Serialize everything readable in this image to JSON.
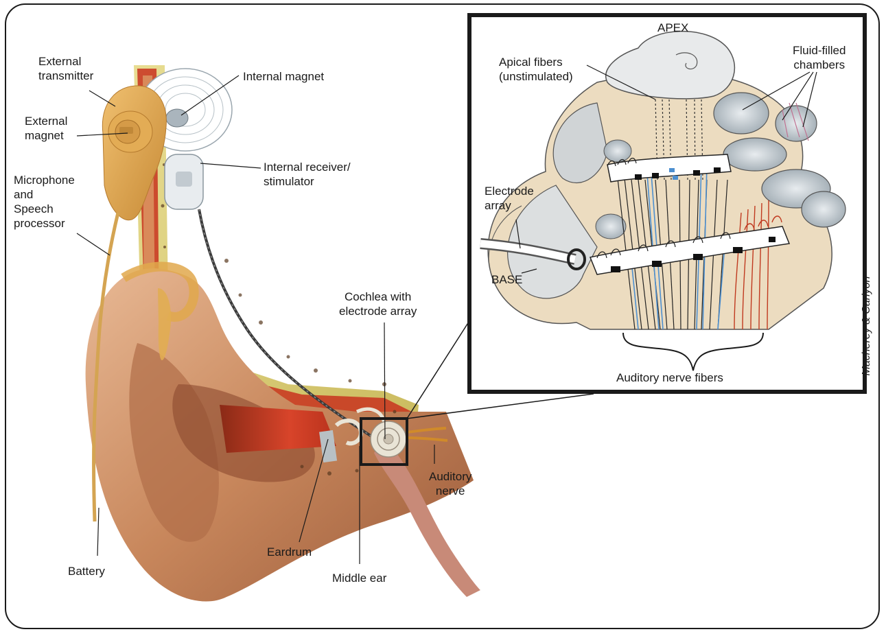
{
  "labels": {
    "external_transmitter": "External\ntransmitter",
    "external_magnet": "External\nmagnet",
    "microphone_processor": "Microphone\nand\nSpeech\nprocessor",
    "battery": "Battery",
    "internal_magnet": "Internal magnet",
    "internal_receiver": "Internal receiver/\nstimulator",
    "cochlea_electrode": "Cochlea with\nelectrode array",
    "eardrum": "Eardrum",
    "middle_ear": "Middle ear",
    "auditory_nerve": "Auditory\nnerve"
  },
  "inset": {
    "apex": "APEX",
    "apical_fibers": "Apical fibers\n(unstimulated)",
    "fluid_chambers": "Fluid-filled\nchambers",
    "electrode_array": "Electrode\narray",
    "base": "BASE",
    "nerve_fibers": "Auditory nerve fibers"
  },
  "credit": "Macherey & Carlyon",
  "colors": {
    "skin": "#d9a179",
    "tissue_red": "#c8321e",
    "bone": "#d9cf7a",
    "device": "#dba24e",
    "cochlea_fill": "#ecdcc0",
    "fiber_blue": "#4c8fd0",
    "fiber_red": "#c0391f"
  }
}
